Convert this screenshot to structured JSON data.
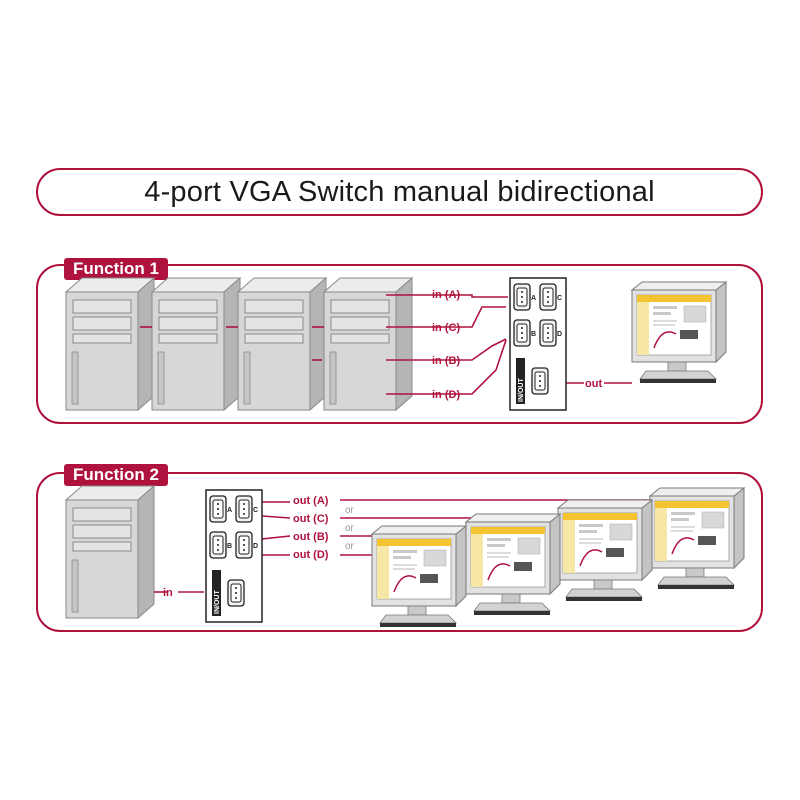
{
  "title": "4-port VGA Switch manual bidirectional",
  "function1": {
    "tab": "Function 1",
    "inputs": [
      "in (A)",
      "in (C)",
      "in (B)",
      "in (D)"
    ],
    "output": "out"
  },
  "function2": {
    "tab": "Function 2",
    "input": "in",
    "outputs": [
      "out (A)",
      "out (C)",
      "out (B)",
      "out (D)"
    ],
    "separator": "or"
  },
  "switch": {
    "port_letters": [
      "A",
      "C",
      "B",
      "D"
    ],
    "common_port": "IN/OUT"
  },
  "colors": {
    "accent": "#b0123e",
    "computer_front": "#d7d7d7",
    "computer_side": "#b5b5b5",
    "monitor_frame": "#e2e2e2",
    "screen_accent": "#f4c430"
  }
}
